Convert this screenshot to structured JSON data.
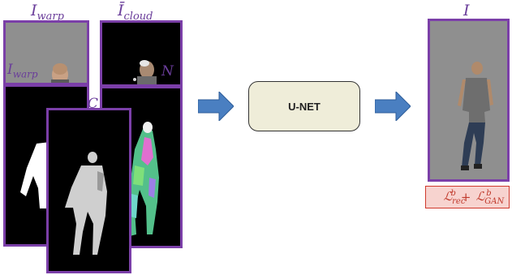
{
  "labels": {
    "i_warp_top": {
      "base": "I",
      "sub": "warp"
    },
    "i_cloud_top": {
      "base": "Ī",
      "sub": "cloud"
    },
    "i_warp_inner": {
      "base": "I",
      "sub": "warp"
    },
    "c_label": "C",
    "n_label": "N",
    "i_output": "I"
  },
  "unet": {
    "label": "U-NET"
  },
  "loss": {
    "rec": {
      "sym": "ℒ",
      "sub": "rec",
      "sup": "b"
    },
    "plus": "+",
    "gan": {
      "sym": "ℒ",
      "sub": "GAN",
      "sup": "b"
    }
  },
  "colors": {
    "frame": "#7b3fa8",
    "arrow": "#4a7fc1",
    "unet_fill": "#efedd9",
    "loss_fill": "#f7d3cf",
    "loss_text": "#c0392b"
  }
}
